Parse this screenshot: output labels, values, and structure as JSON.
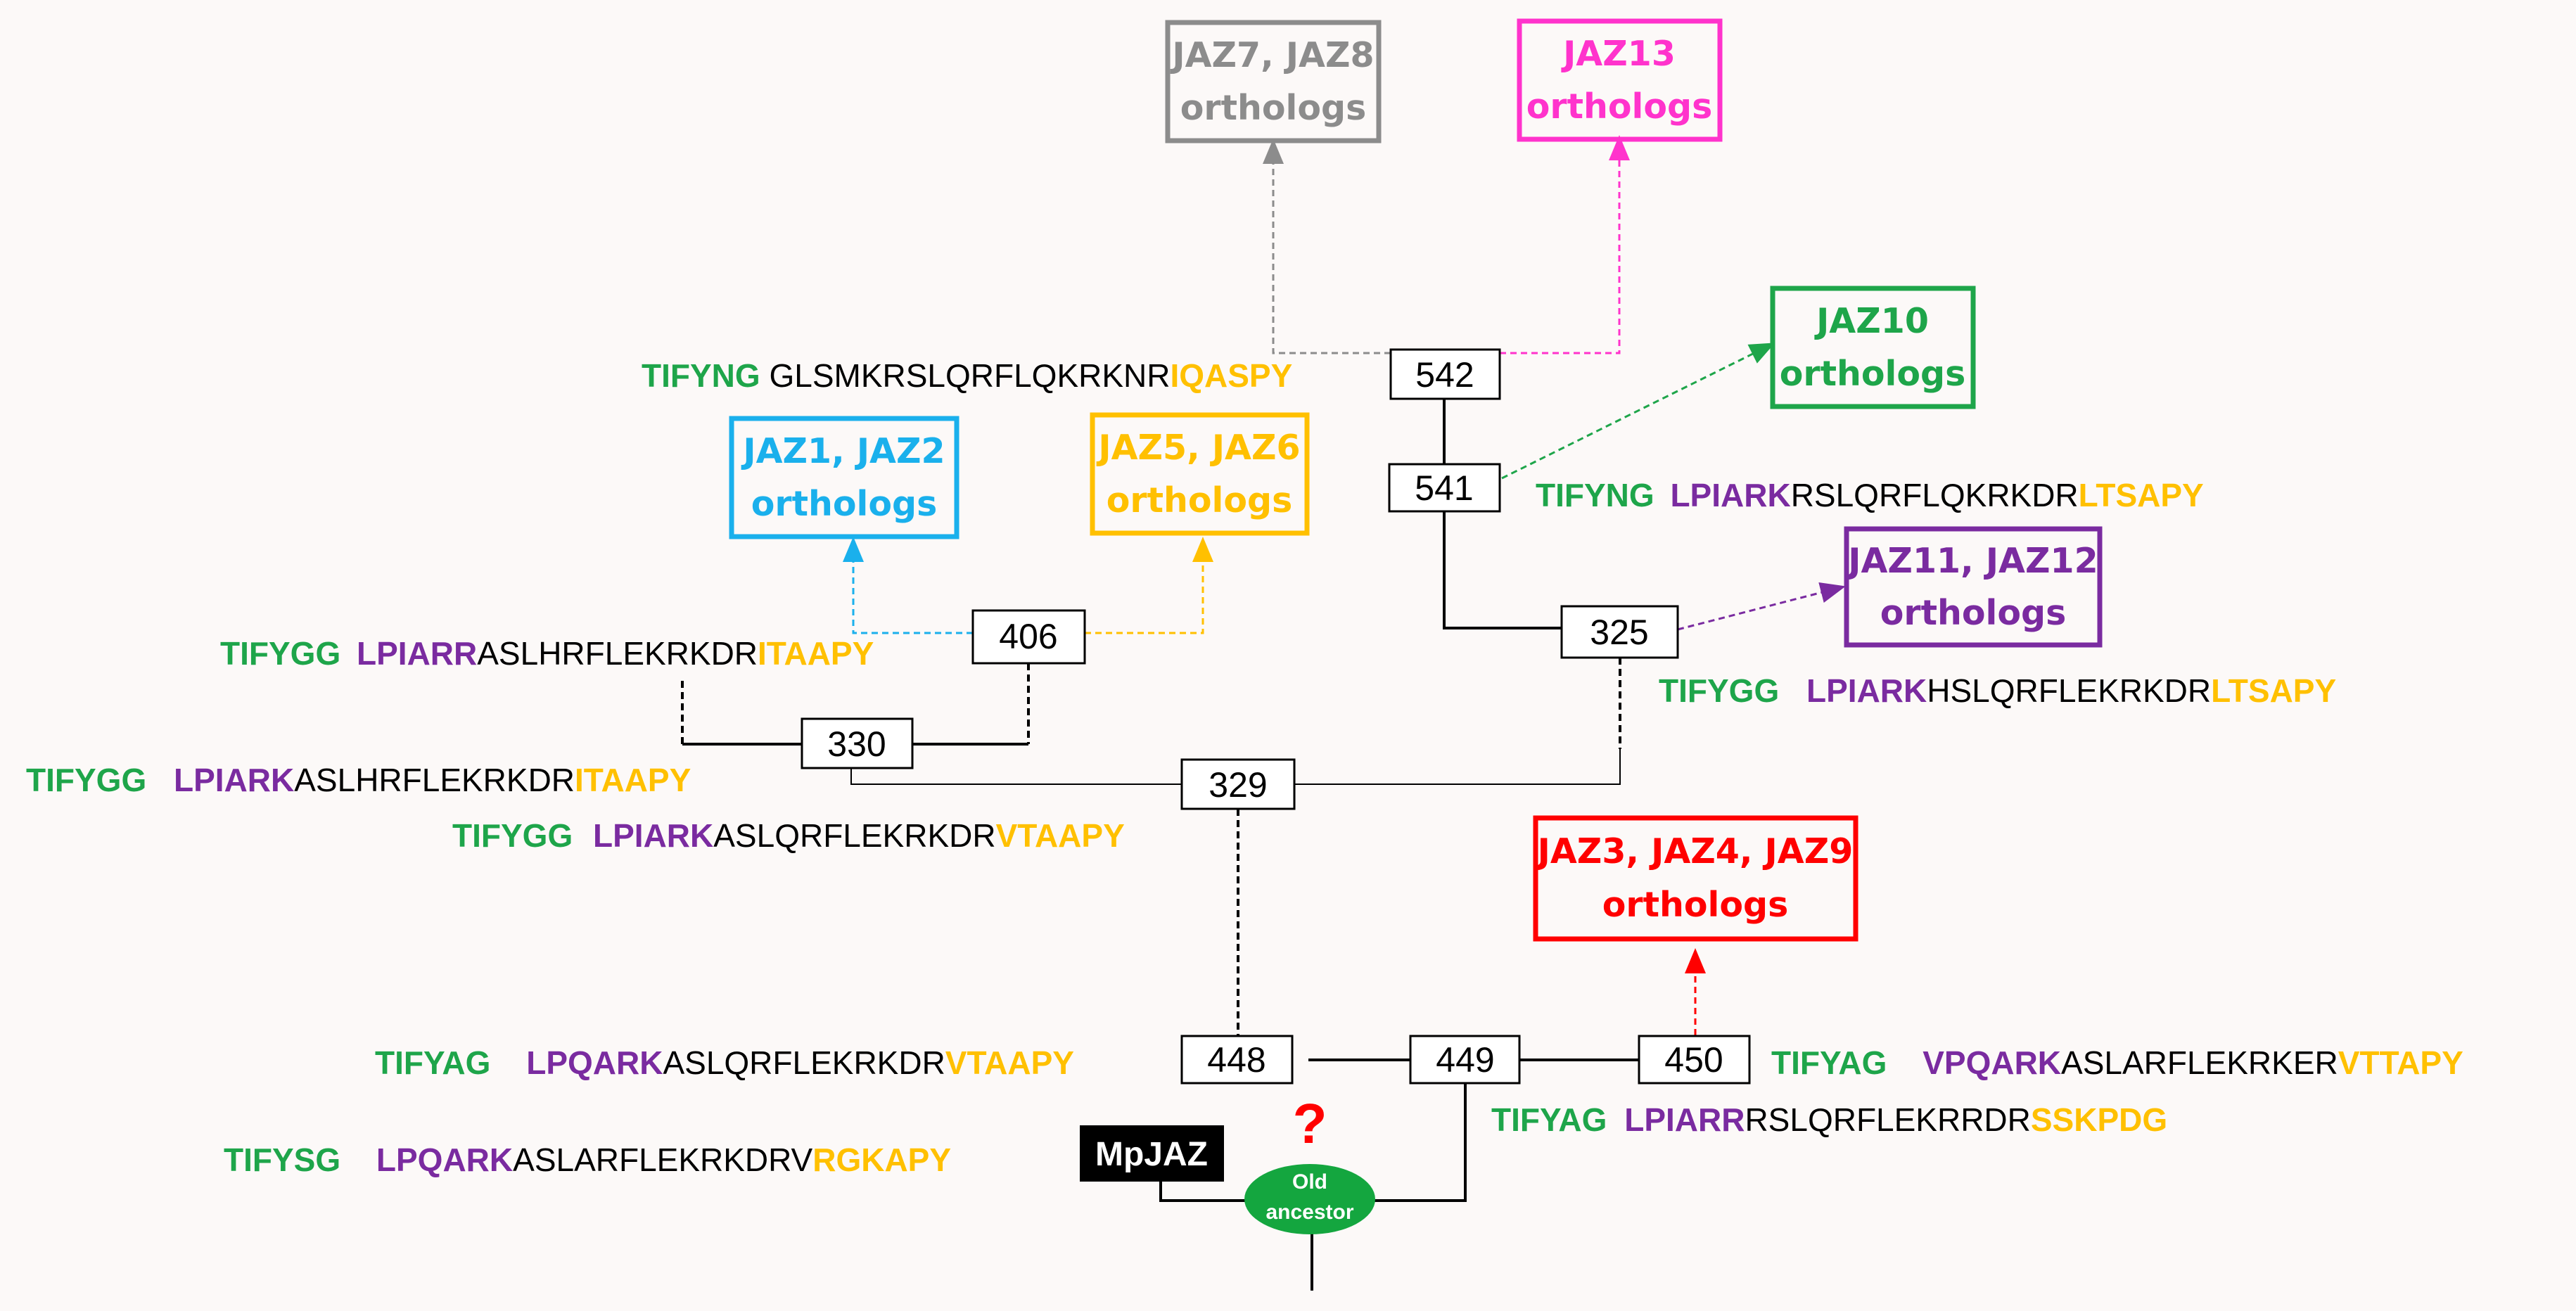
{
  "colors": {
    "green": "#1ea54a",
    "purple": "#7a2ba0",
    "yellow": "#ffc000",
    "black": "#000000",
    "blue": "#1ab0ec",
    "gray": "#8c8c8c",
    "pink": "#ff33cc",
    "red": "#ff0000"
  },
  "nodes": {
    "n542": "542",
    "n541": "541",
    "n406": "406",
    "n325": "325",
    "n330": "330",
    "n329": "329",
    "n448": "448",
    "n449": "449",
    "n450": "450"
  },
  "groups": {
    "jaz78": {
      "line1": "JAZ7, JAZ8",
      "line2": "orthologs"
    },
    "jaz13": {
      "line1": "JAZ13",
      "line2": "orthologs"
    },
    "jaz10": {
      "line1": "JAZ10",
      "line2": "orthologs"
    },
    "jaz12": {
      "line1": "JAZ1, JAZ2",
      "line2": "orthologs"
    },
    "jaz56": {
      "line1": "JAZ5, JAZ6",
      "line2": "orthologs"
    },
    "jaz1112": {
      "line1": "JAZ11, JAZ12",
      "line2": "orthologs"
    },
    "jaz349": {
      "line1": "JAZ3, JAZ4, JAZ9",
      "line2": "orthologs"
    }
  },
  "sequences": {
    "s542": {
      "tify": "TIFYNG",
      "mid": "GLSMKRSLQRFLQKRKNR",
      "tail": "IQASPY"
    },
    "s541": {
      "tify": "TIFYNG",
      "lpi": "LPIARK",
      "mid": "RSLQRFLQKRKDR",
      "tail": "LTSAPY"
    },
    "s406": {
      "tify": "TIFYGG",
      "lpi": "LPIARR",
      "mid": "ASLHRFLEKRKDR",
      "tail": "ITAAPY"
    },
    "s325": {
      "tify": "TIFYGG",
      "lpi": "LPIARK",
      "mid": "HSLQRFLEKRKDR",
      "tail": "LTSAPY"
    },
    "s330": {
      "tify": "TIFYGG",
      "lpi": "LPIARK",
      "mid": "ASLHRFLEKRKDR",
      "tail": "ITAAPY"
    },
    "s329": {
      "tify": "TIFYGG",
      "lpi": "LPIARK",
      "mid": "ASLQRFLEKRKDR",
      "tail": "VTAAPY"
    },
    "s448": {
      "tify": "TIFYAG",
      "lpi": "LPQARK",
      "mid": "ASLQRFLEKRKDR",
      "tail": "VTAAPY"
    },
    "s450": {
      "tify": "TIFYAG",
      "lpi": "VPQARK",
      "mid": "ASLARFLEKRKER",
      "tail": "VTTAPY"
    },
    "s449": {
      "tify": "TIFYAG",
      "lpi": "LPIARR",
      "mid": "RSLQRFLEKRRDR",
      "tail": "SSKPDG"
    },
    "smp": {
      "tify": "TIFYSG",
      "lpi": "LPQARK",
      "mid": "ASLARFLEKRKDRV",
      "tail": "RGKAPY"
    }
  },
  "mpjaz": "MpJAZ",
  "ancestor": {
    "line1": "Old",
    "line2": "ancestor"
  },
  "question_mark": "?"
}
